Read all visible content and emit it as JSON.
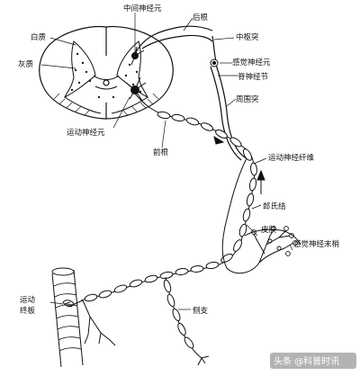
{
  "labels": {
    "interneuron": "中间神经元",
    "dorsal_root": "后根",
    "white_matter": "白质",
    "central_process": "中枢突",
    "gray_matter": "灰质",
    "sensory_neuron": "感觉神经元",
    "spinal_ganglion": "脊神经节",
    "peripheral_process": "周围突",
    "motor_neuron": "运动神经元",
    "ventral_root": "前根",
    "motor_fiber": "运动神经纤维",
    "node_of_ranvier": "郎氏结",
    "skin": "皮肤",
    "sensory_endings": "感觉神经末梢",
    "motor_endplate_line1": "运动",
    "motor_endplate_line2": "终板",
    "collateral": "侧支"
  },
  "watermark": "头条 @科普时讯"
}
